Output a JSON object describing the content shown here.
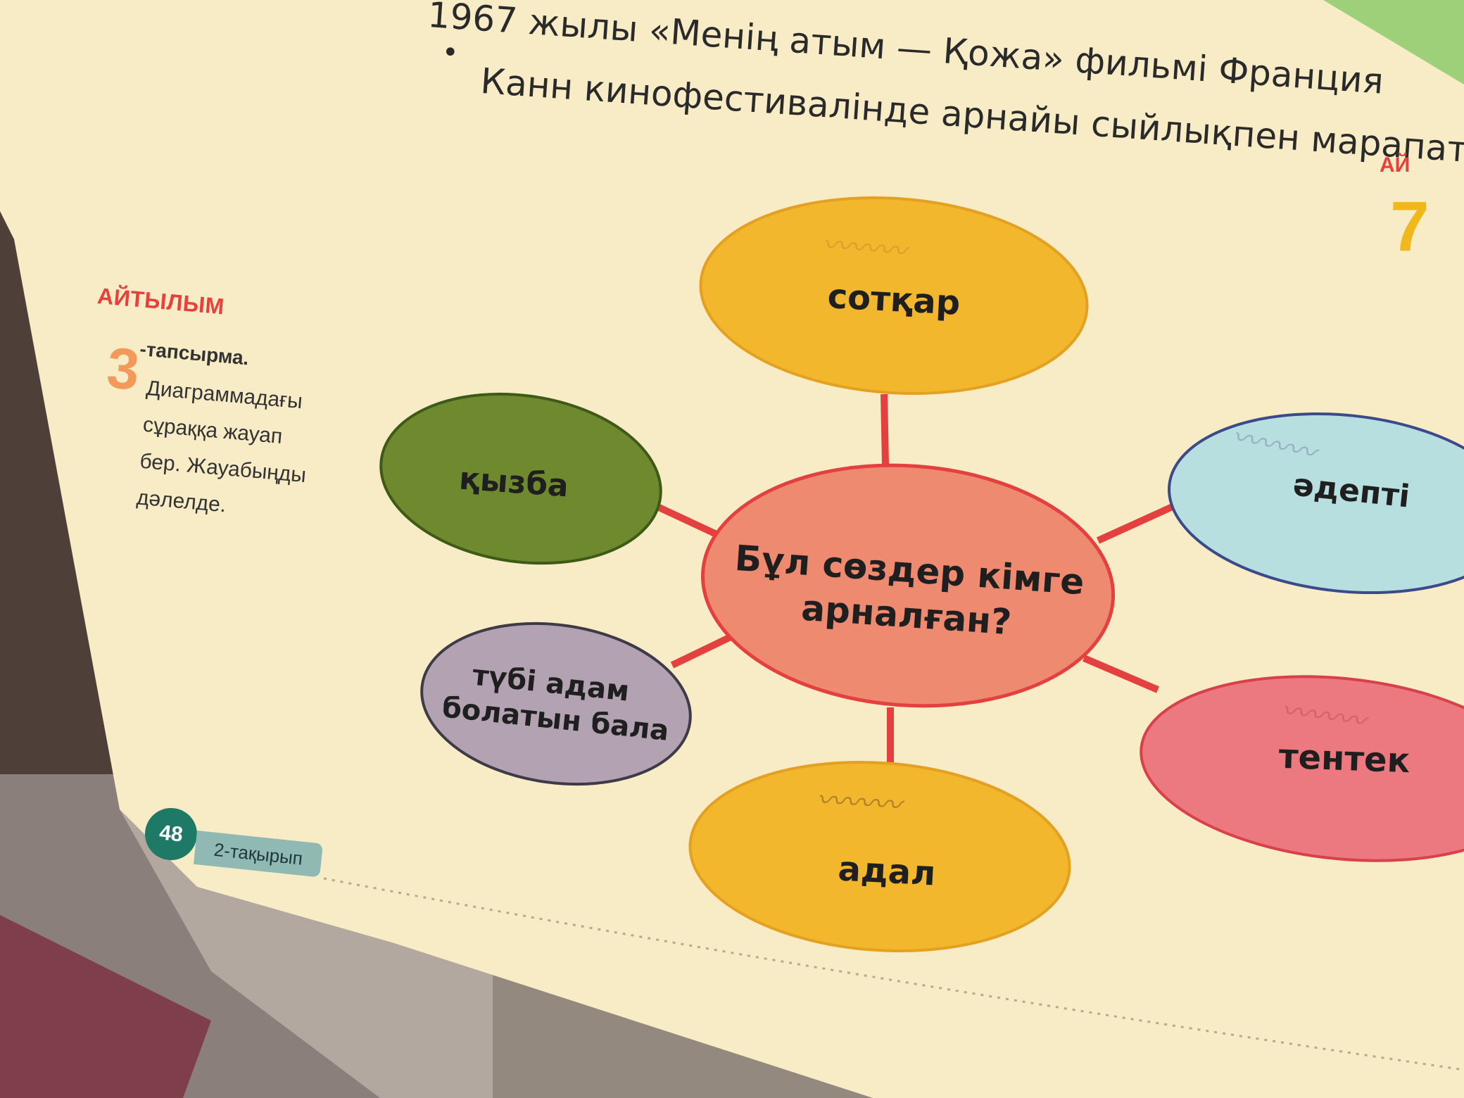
{
  "photo": {
    "top_text": {
      "line1": "1967 жылы «Менің атым — Қожа» фильмі Франция",
      "line2": "Канн кинофестивалінде арнайы сыйлықпен марапатта",
      "bullet": "•"
    },
    "sidebar": {
      "section_heading": "АЙТЫЛЫМ",
      "task_number": "3",
      "task_label": "-тапсырма.",
      "task_text": "Диаграммадағы сұраққа жауап бер. Жауабыңды дәлелде."
    },
    "diagram": {
      "center": {
        "line1": "Бұл сөздер кімге",
        "line2": "арналған?"
      },
      "nodes": {
        "top": "сотқар",
        "left_upper": "қызба",
        "right_upper": "әдепті",
        "left_lower_line1": "түбі адам",
        "left_lower_line2": "болатын бала",
        "right_lower": "тентек",
        "bottom": "адал"
      }
    },
    "footer": {
      "page_number": "48",
      "topic": "2-тақырып"
    },
    "right_edge": {
      "heading_fragment": "АЙ",
      "number_fragment": "7"
    }
  }
}
